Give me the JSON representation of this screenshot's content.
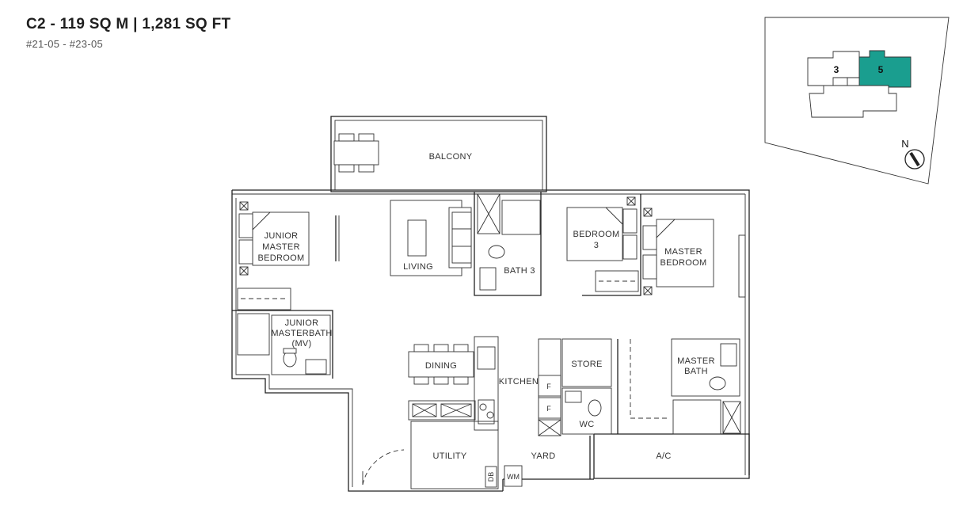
{
  "header": {
    "title": "C2 - 119 SQ M | 1,281 SQ FT",
    "units": "#21-05 - #23-05"
  },
  "key_plan": {
    "unit_a": "3",
    "unit_b": "5",
    "north": "N",
    "highlight_color": "#1a9e8f"
  },
  "rooms": {
    "balcony": "BALCONY",
    "junior_master_bedroom": [
      "JUNIOR",
      "MASTER",
      "BEDROOM"
    ],
    "living": "LIVING",
    "bath3": "BATH 3",
    "bedroom3": [
      "BEDROOM",
      "3"
    ],
    "master_bedroom": [
      "MASTER",
      "BEDROOM"
    ],
    "junior_masterbath": [
      "JUNIOR",
      "MASTERBATH",
      "(MV)"
    ],
    "dining": "DINING",
    "kitchen": "KITCHEN",
    "store": "STORE",
    "master_bath": [
      "MASTER",
      "BATH"
    ],
    "wc": "WC",
    "utility": "UTILITY",
    "yard": "YARD",
    "ac": "A/C",
    "fridge_1": "F",
    "fridge_2": "F",
    "db": "DB",
    "wm": "WM"
  },
  "colors": {
    "line": "#222222",
    "highlight": "#1a9e8f"
  }
}
